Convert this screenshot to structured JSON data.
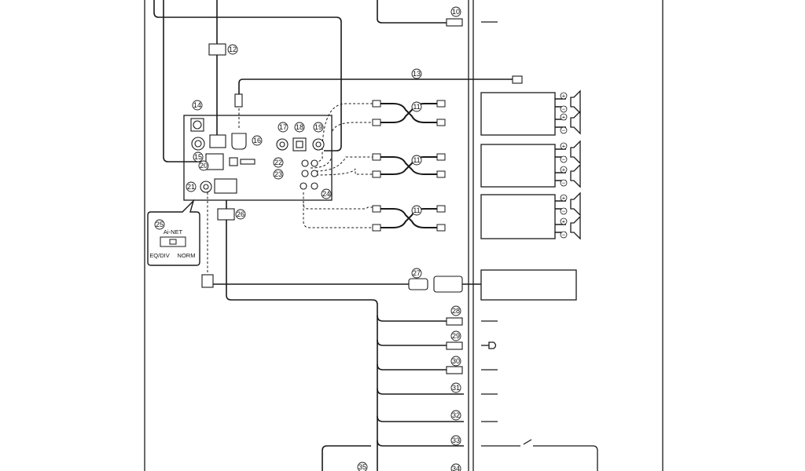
{
  "callouts": {
    "n10": "10",
    "n11a": "11",
    "n11b": "11",
    "n11c": "11",
    "n12": "12",
    "n13": "13",
    "n14": "14",
    "n15": "15",
    "n16": "16",
    "n17": "17",
    "n18": "18",
    "n19": "19",
    "n20": "20",
    "n21": "21",
    "n22": "22",
    "n23": "23",
    "n24": "24",
    "n25": "25",
    "n26": "26",
    "n27": "27",
    "n28": "28",
    "n29": "29",
    "n30": "30",
    "n31": "31",
    "n32": "32",
    "n33": "33",
    "n34": "34",
    "n35": "35"
  },
  "ainet_switch": {
    "title": "Ai-NET",
    "left_label": "EQ/DIV",
    "right_label": "NORM"
  },
  "speaker_terminals": {
    "plus": "+",
    "minus": "−"
  },
  "colors": {
    "line": "#1a1a1a",
    "background": "#ffffff"
  }
}
